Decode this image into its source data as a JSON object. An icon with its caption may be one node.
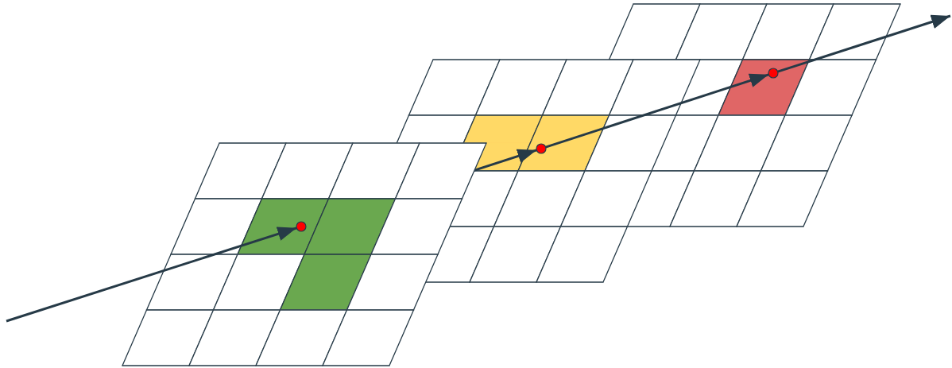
{
  "diagram": {
    "nodes": [
      {
        "text": [],
        "shape": "grid"
      },
      {
        "text": [],
        "shape": "circle",
        "in": 0
      },
      {
        "text": [],
        "shape": "grid"
      },
      {
        "text": [],
        "shape": "circle",
        "in": 2
      },
      {
        "text": [],
        "shape": "grid"
      },
      {
        "text": [],
        "shape": "circle",
        "in": 4
      }
    ],
    "edges": [
      {
        "from": null,
        "to": 1,
        "arrow": "to"
      },
      {
        "from": 1,
        "to": 3,
        "arrow": "to"
      },
      {
        "from": 3,
        "to": 5,
        "arrow": "to"
      },
      {
        "from": 5,
        "to": null,
        "arrow": "to"
      }
    ]
  }
}
